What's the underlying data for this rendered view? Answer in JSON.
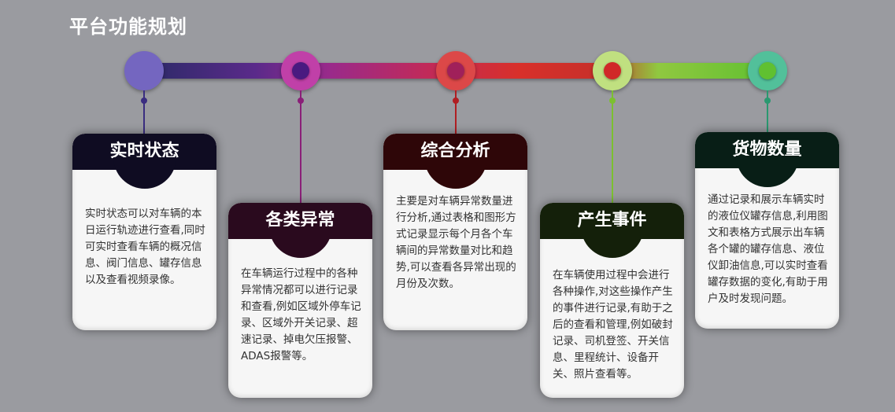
{
  "title": "平台功能规划",
  "cards": [
    {
      "title": "实时状态",
      "text": "实时状态可以对车辆的本日运行轨迹进行查看,同时可实时查看车辆的概况信息、阀门信息、罐存信息以及查看视频录像。",
      "header_color": "#0f0c22",
      "node_color": "#6a5bb8",
      "accent_color": "#3a2d80"
    },
    {
      "title": "各类异常",
      "text": "在车辆运行过程中的各种异常情况都可以进行记录和查看,例如区域外停车记录、区域外开关记录、超速记录、掉电欠压报警、ADAS报警等。",
      "header_color": "#2a0a1e",
      "node_color": "#b0309a",
      "accent_color": "#8a1f78"
    },
    {
      "title": "综合分析",
      "text": "主要是对车辆异常数量进行分析,通过表格和图形方式记录显示每个月各个车辆间的异常数量对比和趋势,可以查看各异常出现的月份及次数。",
      "header_color": "#2e0608",
      "node_color": "#d63a3a",
      "accent_color": "#b01e22"
    },
    {
      "title": "产生事件",
      "text": "在车辆使用过程中会进行各种操作,对这些操作产生的事件进行记录,有助于之后的查看和管理,例如破封记录、司机登签、开关信息、里程统计、设备开关、照片查看等。",
      "header_color": "#14200a",
      "node_color": "#b8dc70",
      "accent_color": "#7cc030"
    },
    {
      "title": "货物数量",
      "text": "通过记录和展示车辆实时的液位仪罐存信息,利用图文和表格方式展示出车辆各个罐的罐存信息、液位仪卸油信息,可以实时查看罐存数据的变化,有助于用户及时发现问题。",
      "header_color": "#081e16",
      "node_color": "#4ab890",
      "accent_color": "#2a9870"
    }
  ]
}
